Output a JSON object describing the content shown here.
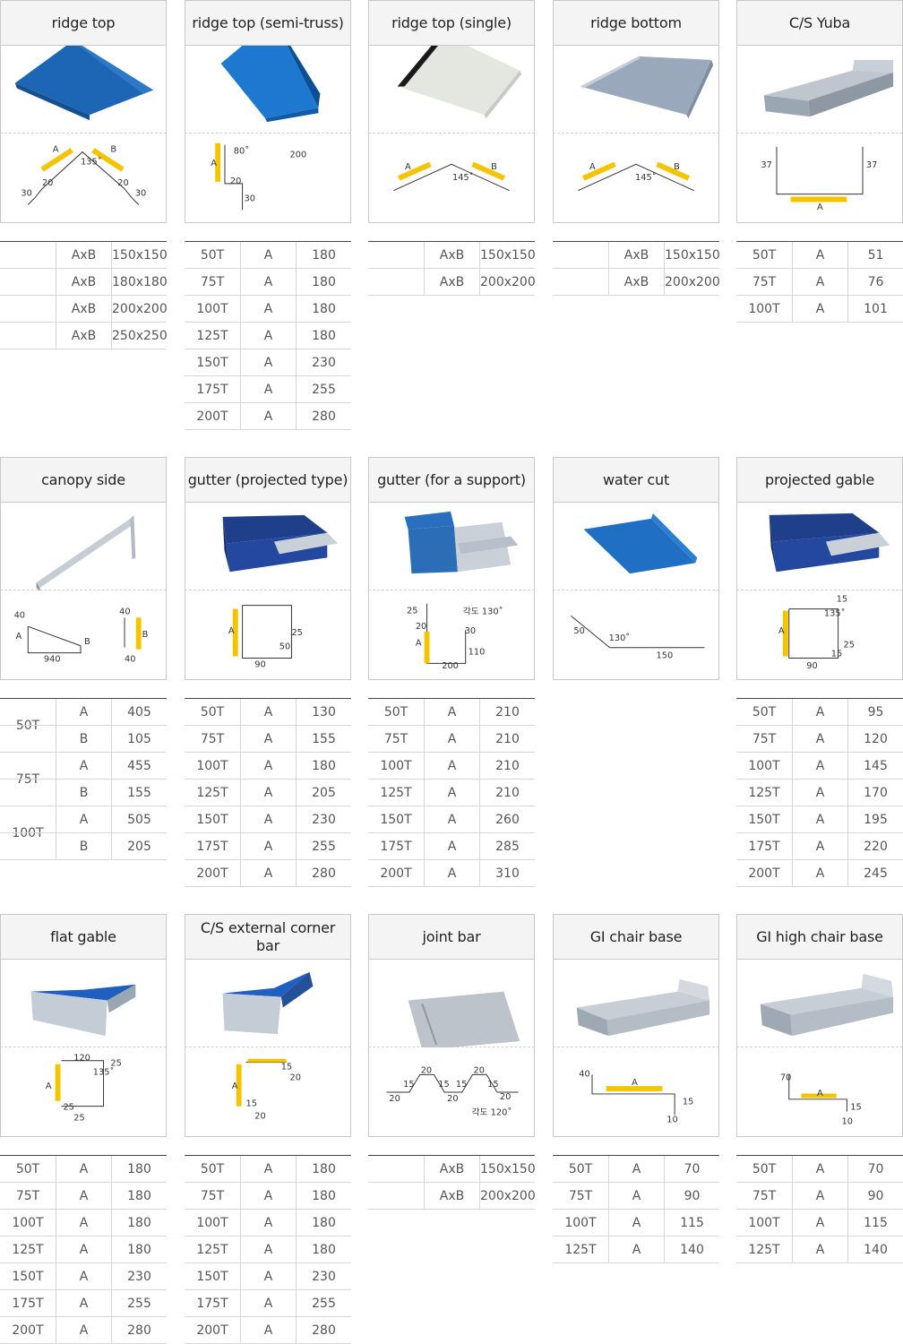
{
  "colors": {
    "highlight": "#f5c400",
    "border": "#c9c9c9",
    "header_bg": "#f4f4f4",
    "blue": "#1d66b5",
    "navy": "#1f3f8a",
    "grey_metal": "#9aa6b2"
  },
  "products": [
    {
      "title": "ridge top",
      "labels": [
        "A",
        "B",
        "135˚",
        "20",
        "20",
        "30",
        "30"
      ],
      "rows": [
        [
          "",
          "AxB",
          "150x150"
        ],
        [
          "",
          "AxB",
          "180x180"
        ],
        [
          "",
          "AxB",
          "200x200"
        ],
        [
          "",
          "AxB",
          "250x250"
        ]
      ]
    },
    {
      "title": "ridge top (semi-truss)",
      "labels": [
        "A",
        "80˚",
        "200",
        "20",
        "30"
      ],
      "rows": [
        [
          "50T",
          "A",
          "180"
        ],
        [
          "75T",
          "A",
          "180"
        ],
        [
          "100T",
          "A",
          "180"
        ],
        [
          "125T",
          "A",
          "180"
        ],
        [
          "150T",
          "A",
          "230"
        ],
        [
          "175T",
          "A",
          "255"
        ],
        [
          "200T",
          "A",
          "280"
        ]
      ]
    },
    {
      "title": "ridge top (single)",
      "labels": [
        "A",
        "B",
        "145˚"
      ],
      "rows": [
        [
          "",
          "AxB",
          "150x150"
        ],
        [
          "",
          "AxB",
          "200x200"
        ]
      ]
    },
    {
      "title": "ridge bottom",
      "labels": [
        "A",
        "B",
        "145˚"
      ],
      "rows": [
        [
          "",
          "AxB",
          "150x150"
        ],
        [
          "",
          "AxB",
          "200x200"
        ]
      ]
    },
    {
      "title": "C/S Yuba",
      "labels": [
        "37",
        "37",
        "A"
      ],
      "rows": [
        [
          "50T",
          "A",
          "51"
        ],
        [
          "75T",
          "A",
          "76"
        ],
        [
          "100T",
          "A",
          "101"
        ]
      ]
    },
    {
      "title": "canopy side",
      "labels": [
        "40",
        "A",
        "B",
        "940",
        "40",
        "B",
        "40"
      ],
      "groups": [
        {
          "label": "50T",
          "rows": [
            [
              "A",
              "405"
            ],
            [
              "B",
              "105"
            ]
          ]
        },
        {
          "label": "75T",
          "rows": [
            [
              "A",
              "455"
            ],
            [
              "B",
              "155"
            ]
          ]
        },
        {
          "label": "100T",
          "rows": [
            [
              "A",
              "505"
            ],
            [
              "B",
              "205"
            ]
          ]
        }
      ]
    },
    {
      "title": "gutter (projected type)",
      "labels": [
        "A",
        "25",
        "50",
        "90"
      ],
      "rows": [
        [
          "50T",
          "A",
          "130"
        ],
        [
          "75T",
          "A",
          "155"
        ],
        [
          "100T",
          "A",
          "180"
        ],
        [
          "125T",
          "A",
          "205"
        ],
        [
          "150T",
          "A",
          "230"
        ],
        [
          "175T",
          "A",
          "255"
        ],
        [
          "200T",
          "A",
          "280"
        ]
      ]
    },
    {
      "title": "gutter (for a support)",
      "labels": [
        "25",
        "각도 130˚",
        "20",
        "A",
        "30",
        "110",
        "200"
      ],
      "rows": [
        [
          "50T",
          "A",
          "210"
        ],
        [
          "75T",
          "A",
          "210"
        ],
        [
          "100T",
          "A",
          "210"
        ],
        [
          "125T",
          "A",
          "210"
        ],
        [
          "150T",
          "A",
          "260"
        ],
        [
          "175T",
          "A",
          "285"
        ],
        [
          "200T",
          "A",
          "310"
        ]
      ]
    },
    {
      "title": "water cut",
      "labels": [
        "50",
        "130˚",
        "150"
      ],
      "rows": []
    },
    {
      "title": "projected gable",
      "labels": [
        "15",
        "135˚",
        "A",
        "25",
        "15",
        "90"
      ],
      "rows": [
        [
          "50T",
          "A",
          "95"
        ],
        [
          "75T",
          "A",
          "120"
        ],
        [
          "100T",
          "A",
          "145"
        ],
        [
          "125T",
          "A",
          "170"
        ],
        [
          "150T",
          "A",
          "195"
        ],
        [
          "175T",
          "A",
          "220"
        ],
        [
          "200T",
          "A",
          "245"
        ]
      ]
    },
    {
      "title": "flat gable",
      "labels": [
        "120",
        "25",
        "135˚",
        "A",
        "25",
        "25"
      ],
      "rows": [
        [
          "50T",
          "A",
          "180"
        ],
        [
          "75T",
          "A",
          "180"
        ],
        [
          "100T",
          "A",
          "180"
        ],
        [
          "125T",
          "A",
          "180"
        ],
        [
          "150T",
          "A",
          "230"
        ],
        [
          "175T",
          "A",
          "255"
        ],
        [
          "200T",
          "A",
          "280"
        ]
      ]
    },
    {
      "title": "C/S external corner bar",
      "labels": [
        "15",
        "20",
        "A",
        "15",
        "20"
      ],
      "rows": [
        [
          "50T",
          "A",
          "180"
        ],
        [
          "75T",
          "A",
          "180"
        ],
        [
          "100T",
          "A",
          "180"
        ],
        [
          "125T",
          "A",
          "180"
        ],
        [
          "150T",
          "A",
          "230"
        ],
        [
          "175T",
          "A",
          "255"
        ],
        [
          "200T",
          "A",
          "280"
        ]
      ]
    },
    {
      "title": "joint bar",
      "labels": [
        "20",
        "20",
        "15",
        "15",
        "15",
        "15",
        "20",
        "20",
        "20",
        "각도 120˚"
      ],
      "rows": [
        [
          "",
          "AxB",
          "150x150"
        ],
        [
          "",
          "AxB",
          "200x200"
        ]
      ]
    },
    {
      "title": "GI chair base",
      "labels": [
        "40",
        "A",
        "15",
        "10"
      ],
      "rows": [
        [
          "50T",
          "A",
          "70"
        ],
        [
          "75T",
          "A",
          "90"
        ],
        [
          "100T",
          "A",
          "115"
        ],
        [
          "125T",
          "A",
          "140"
        ]
      ]
    },
    {
      "title": "GI high chair base",
      "labels": [
        "70",
        "A",
        "15",
        "10"
      ],
      "rows": [
        [
          "50T",
          "A",
          "70"
        ],
        [
          "75T",
          "A",
          "90"
        ],
        [
          "100T",
          "A",
          "115"
        ],
        [
          "125T",
          "A",
          "140"
        ]
      ]
    }
  ]
}
